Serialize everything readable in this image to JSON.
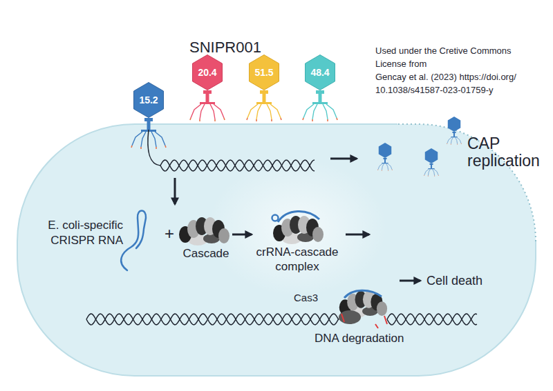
{
  "diagram": {
    "title": "SNIPR001",
    "nodes": [
      {
        "text": [
          "15.2"
        ]
      },
      {
        "text": [
          "20.4"
        ]
      },
      {
        "text": [
          "51.5"
        ]
      },
      {
        "text": [
          "48.4"
        ]
      },
      {
        "text": [
          "Cascade"
        ]
      },
      {
        "text": [
          "crRNA-cascade complex"
        ]
      }
    ],
    "edges": [
      {
        "from": 4,
        "to": 5,
        "arrow": "to"
      }
    ],
    "labels": [
      "Used under the Cretive Commons",
      "License from",
      "Gencay et al. (2023) https://doi.org/",
      "10.1038/s41587-023-01759-y",
      "CAP replication",
      "E. coli-specific CRISPR RNA",
      "+",
      "Cell death",
      "Cas3",
      "DNA degradation"
    ]
  }
}
